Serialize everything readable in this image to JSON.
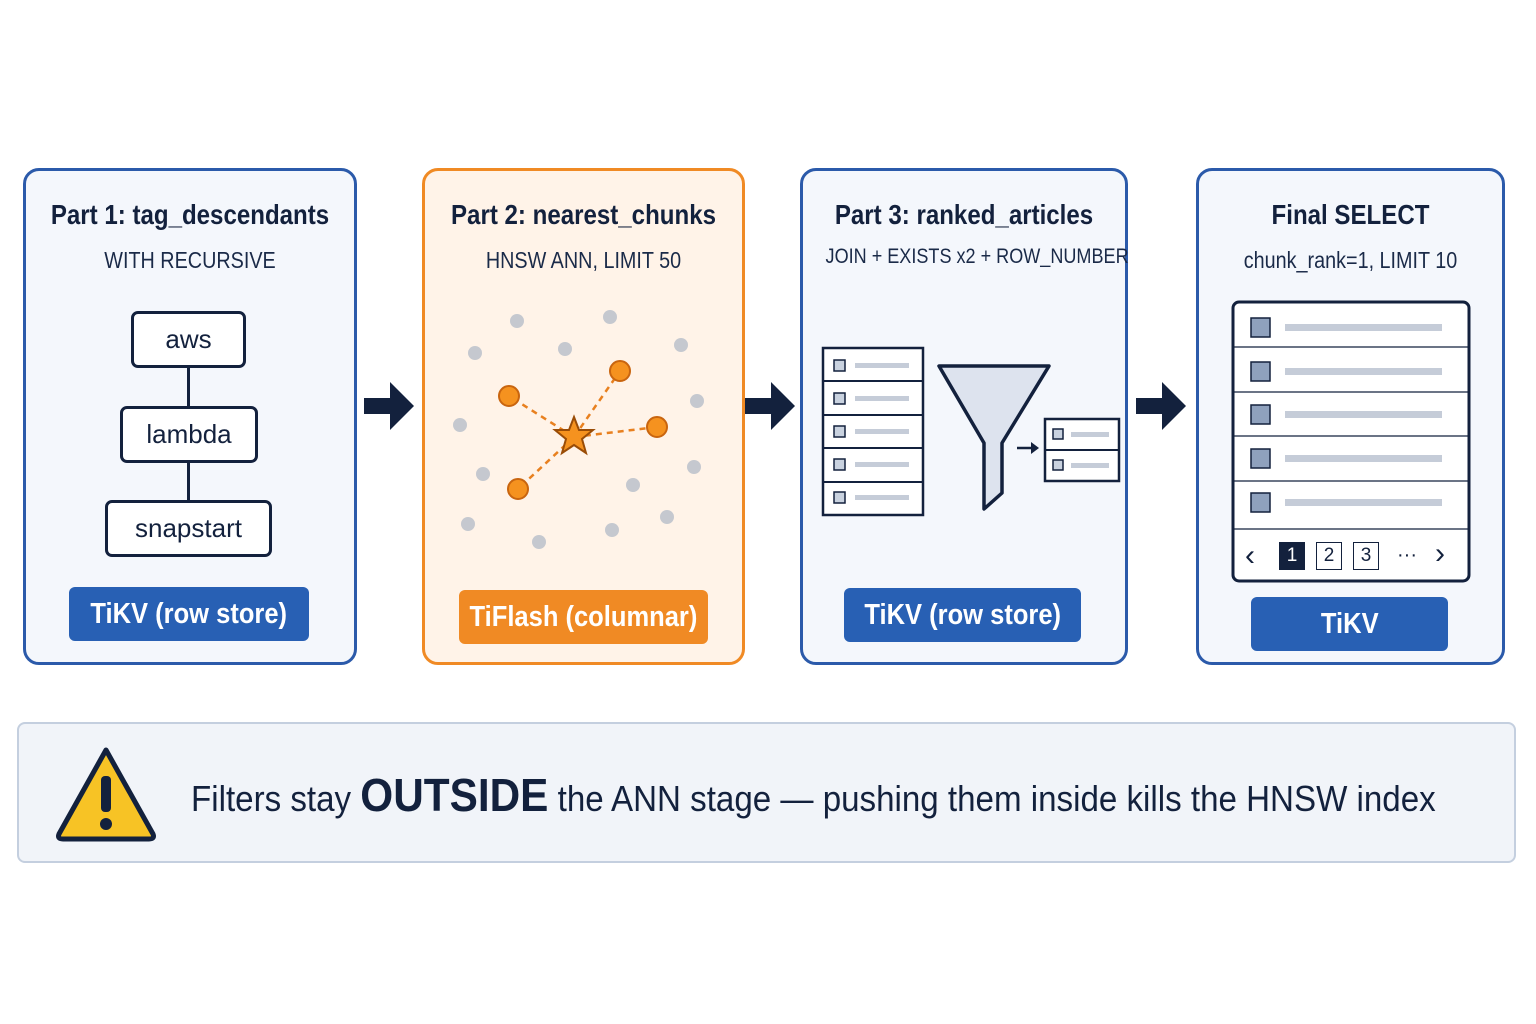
{
  "panels": [
    {
      "title": "Part 1: tag_descendants",
      "subtitle": "WITH RECURSIVE",
      "badge": "TiKV (row store)",
      "tree": [
        "aws",
        "lambda",
        "snapstart"
      ]
    },
    {
      "title": "Part 2: nearest_chunks",
      "subtitle": "HNSW ANN, LIMIT 50",
      "badge": "TiFlash (columnar)"
    },
    {
      "title": "Part 3: ranked_articles",
      "subtitle": "JOIN + EXISTS x2 + ROW_NUMBER",
      "badge": "TiKV (row store)"
    },
    {
      "title": "Final SELECT",
      "subtitle": "chunk_rank=1, LIMIT 10",
      "badge": "TiKV",
      "pager": {
        "prev": "‹",
        "pages": [
          "1",
          "2",
          "3"
        ],
        "ellipsis": "···",
        "next": "›"
      }
    }
  ],
  "banner": {
    "before": "Filters stay ",
    "emphasis": "OUTSIDE",
    "after": " the ANN stage — pushing them inside kills the HNSW index"
  },
  "colors": {
    "accent_blue": "#2860b4",
    "accent_orange": "#f08a24",
    "navy": "#13213d",
    "warning": "#f7c325"
  },
  "icons": [
    "arrow-right-icon",
    "star-icon",
    "funnel-icon",
    "warning-icon"
  ]
}
